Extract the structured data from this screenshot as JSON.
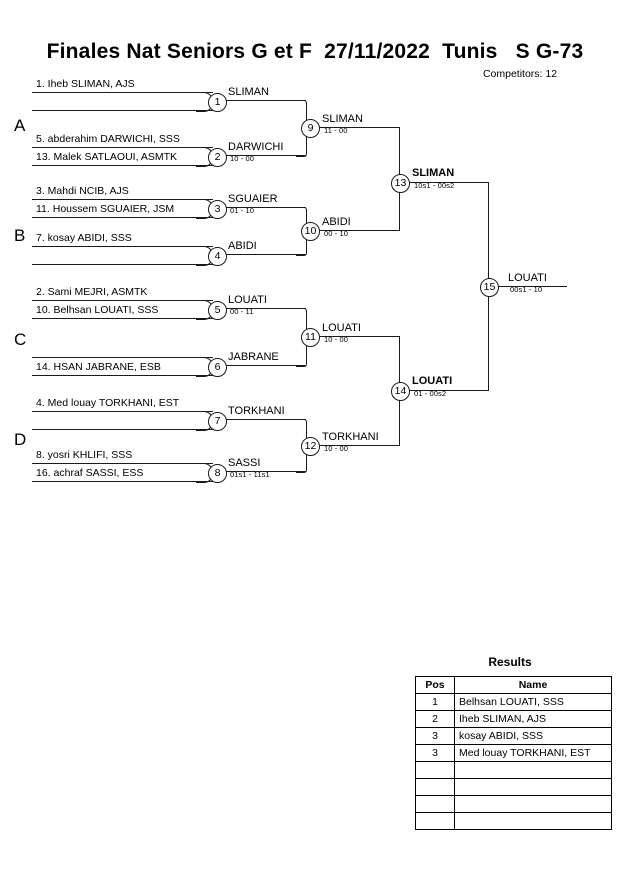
{
  "header": {
    "title": "Finales Nat Seniors G et F  27/11/2022  Tunis   S G-73",
    "competitors": "Competitors: 12"
  },
  "groups": [
    {
      "label": "A"
    },
    {
      "label": "B"
    },
    {
      "label": "C"
    },
    {
      "label": "D"
    }
  ],
  "entries": [
    {
      "text": "1. Iheb SLIMAN, AJS"
    },
    {
      "text": ""
    },
    {
      "text": "5. abderahim DARWICHI, SSS"
    },
    {
      "text": "13. Malek SATLAOUI, ASMTK"
    },
    {
      "text": "3. Mahdi NCIB, AJS"
    },
    {
      "text": "11. Houssem SGUAIER, JSM"
    },
    {
      "text": "7. kosay ABIDI, SSS"
    },
    {
      "text": ""
    },
    {
      "text": "2. Sami MEJRI, ASMTK"
    },
    {
      "text": "10. Belhsan LOUATI, SSS"
    },
    {
      "text": ""
    },
    {
      "text": "14. HSAN JABRANE, ESB"
    },
    {
      "text": "4. Med louay TORKHANI, EST"
    },
    {
      "text": ""
    },
    {
      "text": "8. yosri KHLIFI, SSS"
    },
    {
      "text": "16. achraf SASSI, ESS"
    }
  ],
  "matches": {
    "m1": {
      "number": "1",
      "winner": "SLIMAN",
      "score": ""
    },
    "m2": {
      "number": "2",
      "winner": "DARWICHI",
      "score": "10 - 00"
    },
    "m3": {
      "number": "3",
      "winner": "SGUAIER",
      "score": "01 - 10"
    },
    "m4": {
      "number": "4",
      "winner": "ABIDI",
      "score": ""
    },
    "m5": {
      "number": "5",
      "winner": "LOUATI",
      "score": "00 - 11"
    },
    "m6": {
      "number": "6",
      "winner": "JABRANE",
      "score": ""
    },
    "m7": {
      "number": "7",
      "winner": "TORKHANI",
      "score": ""
    },
    "m8": {
      "number": "8",
      "winner": "SASSI",
      "score": "01s1 - 11s1"
    },
    "m9": {
      "number": "9",
      "winner": "SLIMAN",
      "score": "11 - 00"
    },
    "m10": {
      "number": "10",
      "winner": "ABIDI",
      "score": "00 - 10"
    },
    "m11": {
      "number": "11",
      "winner": "LOUATI",
      "score": "10 - 00"
    },
    "m12": {
      "number": "12",
      "winner": "TORKHANI",
      "score": "10 - 00"
    },
    "m13": {
      "number": "13",
      "winner": "SLIMAN",
      "score": "10s1 - 00s2"
    },
    "m14": {
      "number": "14",
      "winner": "LOUATI",
      "score": "01 - 00s2"
    },
    "m15": {
      "number": "15",
      "winner": "LOUATI",
      "score": "00s1 - 10"
    }
  },
  "results": {
    "title": "Results",
    "columns": {
      "pos": "Pos",
      "name": "Name"
    },
    "rows": [
      {
        "pos": "1",
        "name": "Belhsan LOUATI, SSS"
      },
      {
        "pos": "2",
        "name": "Iheb SLIMAN, AJS"
      },
      {
        "pos": "3",
        "name": "kosay ABIDI, SSS"
      },
      {
        "pos": "3",
        "name": "Med louay TORKHANI, EST"
      },
      {
        "pos": "",
        "name": ""
      },
      {
        "pos": "",
        "name": ""
      },
      {
        "pos": "",
        "name": ""
      },
      {
        "pos": "",
        "name": ""
      }
    ]
  }
}
